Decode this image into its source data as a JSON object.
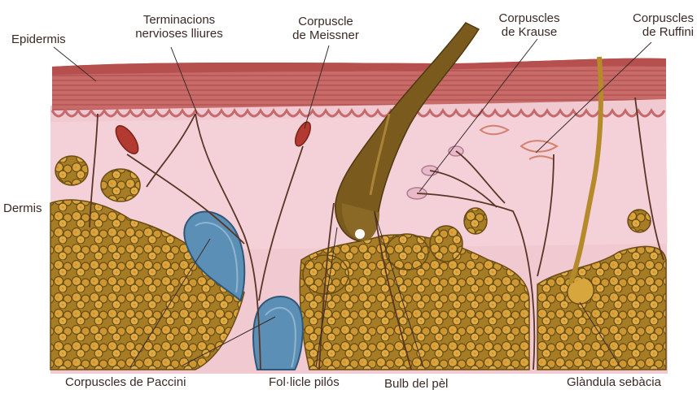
{
  "labels": {
    "epidermis": "Epidermis",
    "terminations": [
      "Terminacions",
      "nervioses lliures"
    ],
    "meissner": [
      "Corpuscle",
      "de Meissner"
    ],
    "krause": [
      "Corpuscles",
      "de Krause"
    ],
    "ruffini": [
      "Corpuscles",
      "de Ruffini"
    ],
    "dermis": "Dermis",
    "paccini": "Corpuscles de Paccini",
    "follicle": "Fol·licle pilós",
    "bulb": "Bulb del pèl",
    "gland": "Glàndula sebàcia"
  },
  "colors": {
    "epidermis": "#c4605f",
    "dermis": "#f1c9d1",
    "fat": "#b58a2a",
    "hair": "#7b5a1e",
    "pacinian": "#5c8fb5",
    "nerve": "#5a3526"
  }
}
